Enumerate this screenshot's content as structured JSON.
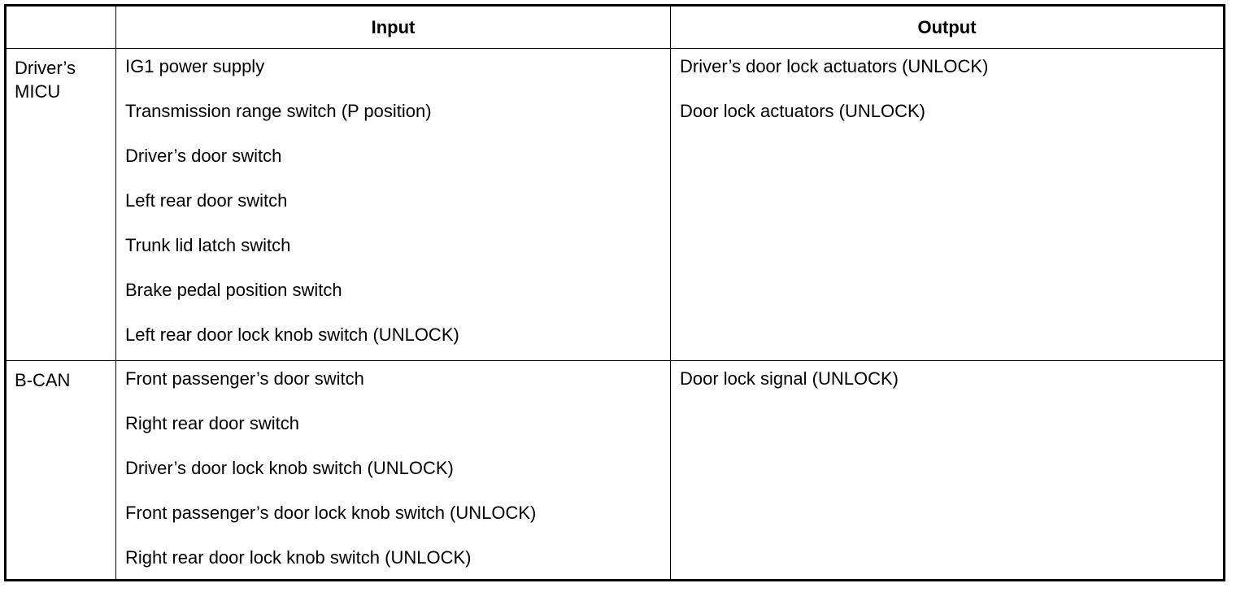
{
  "header": {
    "corner": "",
    "input": "Input",
    "output": "Output"
  },
  "rows": [
    {
      "label": "Driver’s MICU",
      "inputs": [
        "IG1 power supply",
        "Transmission range switch (P position)",
        "Driver’s door switch",
        "Left rear door switch",
        "Trunk lid latch switch",
        "Brake pedal position switch",
        "Left rear door lock knob switch (UNLOCK)"
      ],
      "outputs": [
        "Driver’s door lock actuators (UNLOCK)",
        "Door lock actuators (UNLOCK)"
      ]
    },
    {
      "label": "B-CAN",
      "inputs": [
        "Front passenger’s door switch",
        "Right rear door switch",
        "Driver’s door lock knob switch (UNLOCK)",
        "Front passenger’s door lock knob switch (UNLOCK)",
        "Right rear door lock knob switch (UNLOCK)"
      ],
      "outputs": [
        "Door lock signal (UNLOCK)"
      ]
    }
  ]
}
